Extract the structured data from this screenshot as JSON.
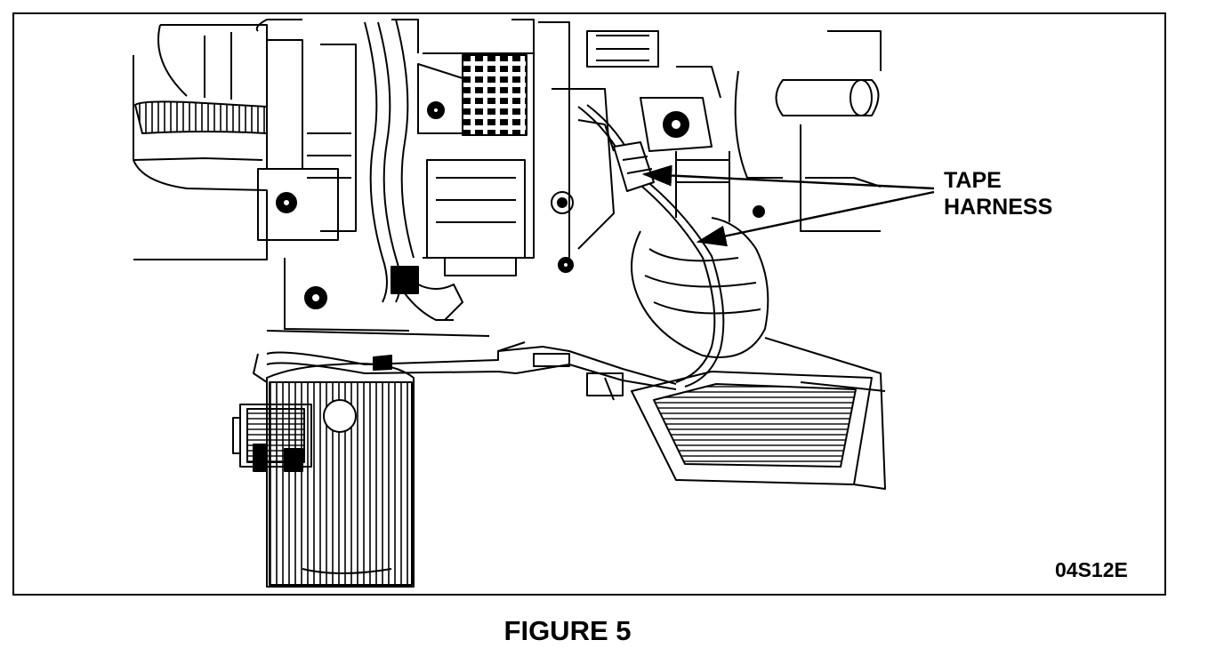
{
  "diagram": {
    "callout": {
      "line1": "TAPE",
      "line2": "HARNESS"
    },
    "figure_id": "04S12E"
  },
  "caption": "FIGURE 5",
  "colors": {
    "ink": "#000000",
    "paper": "#ffffff"
  }
}
